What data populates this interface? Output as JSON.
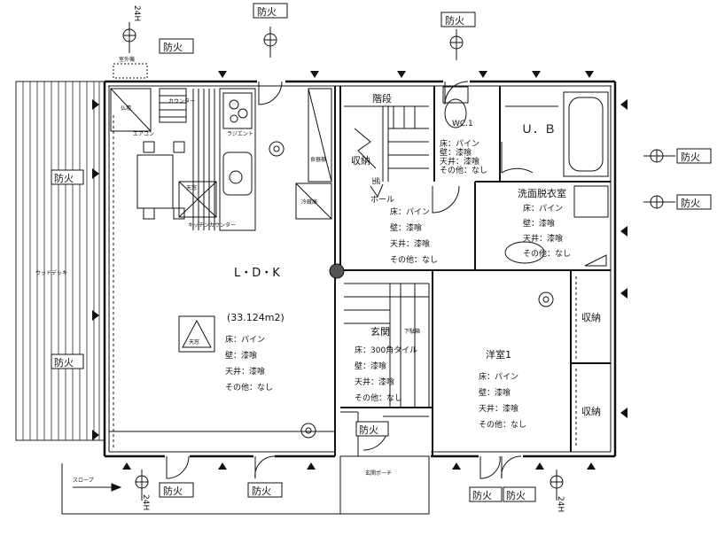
{
  "labels": {
    "bouka": "防火",
    "h24": "24H",
    "outdoor_unit": "室外機",
    "butsudan": "仏壇",
    "counter": "カウンター",
    "aircon": "エアコン",
    "range": "ラジエント",
    "kitchen_counter": "キッチンカウンター",
    "skylight": "天窓",
    "refrigerator": "冷蔵庫",
    "cupboard": "食器棚",
    "kaidan": "階段",
    "shuno": "収納",
    "hall": "ホール",
    "wc": "WC.1",
    "ub": "Ｕ．Ｂ",
    "senmen": "洗面脱衣室",
    "ldk": "L・D・K",
    "area": "(33.124m2)",
    "wood_deck": "ウッドデッキ",
    "genkan": "玄関",
    "geta": "下駄箱",
    "yoshitsu": "洋室1",
    "porch": "玄関ポーチ",
    "slope": "スロープ",
    "up": "UP",
    "dn": "DN"
  },
  "finishes": {
    "ldk": [
      "床：パイン",
      "壁：漆喰",
      "天井：漆喰",
      "その他：なし"
    ],
    "hall": [
      "床：パイン",
      "壁：漆喰",
      "天井：漆喰",
      "その他：なし"
    ],
    "wc": [
      "床：パイン",
      "壁：漆喰",
      "天井：漆喰",
      "その他：なし"
    ],
    "senmen": [
      "床：パイン",
      "壁：漆喰",
      "天井：漆喰",
      "その他：なし"
    ],
    "genkan": [
      "床：300角タイル",
      "壁：漆喰",
      "天井：漆喰",
      "その他：なし"
    ],
    "yoshitsu": [
      "床：パイン",
      "壁：漆喰",
      "天井：漆喰",
      "その他：なし"
    ]
  }
}
